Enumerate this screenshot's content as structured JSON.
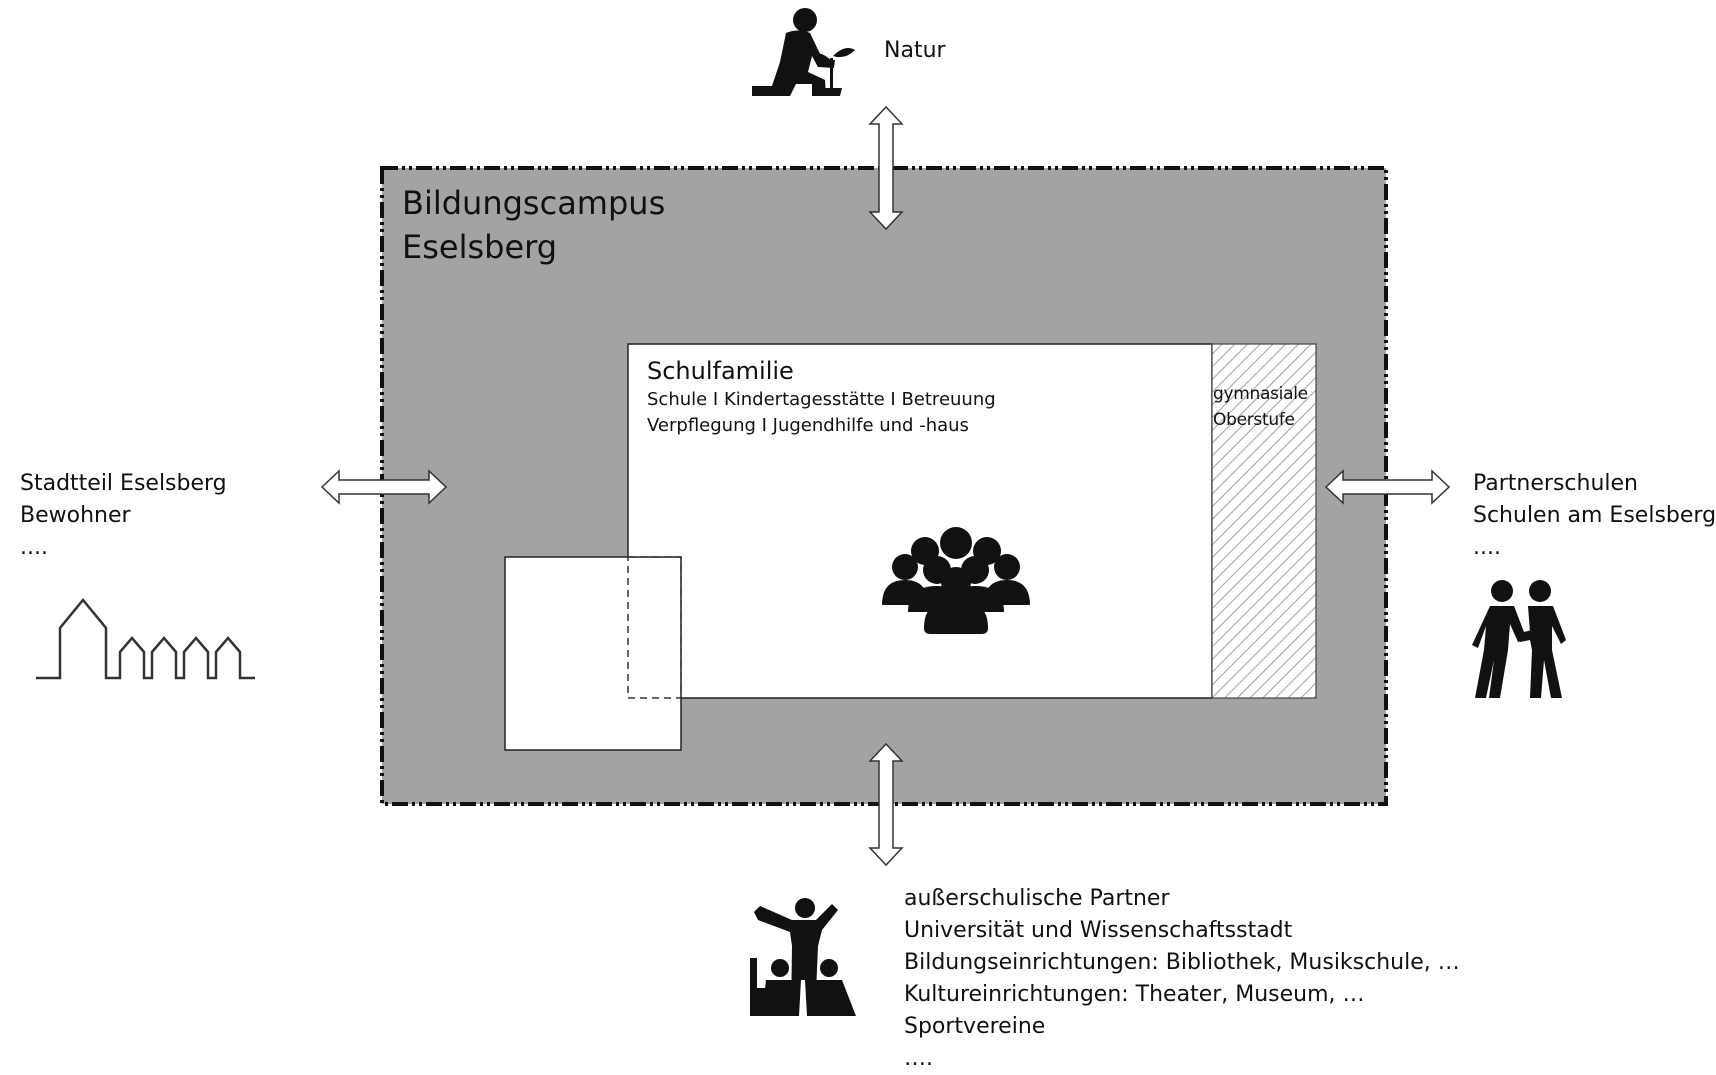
{
  "title": {
    "line1": "Bildungscampus",
    "line2": "Eselsberg"
  },
  "schulfamilie": {
    "title": "Schulfamilie",
    "line1": "Schule I Kindertagesstätte I Betreuung",
    "line2": "Verpflegung I Jugendhilfe und -haus"
  },
  "oberstufe": {
    "line1": "gymnasiale",
    "line2": "Oberstufe"
  },
  "top": {
    "label": "Natur",
    "icon": "gardener-icon"
  },
  "left": {
    "lines": [
      "Stadtteil Eselsberg",
      "Bewohner",
      "...."
    ],
    "icon": "houses-icon"
  },
  "right": {
    "lines": [
      "Partnerschulen",
      "Schulen am Eselsberg",
      "...."
    ],
    "icon": "handshake-icon"
  },
  "bottom": {
    "lines": [
      "außerschulische Partner",
      "Universität und Wissenschaftsstadt",
      "Bildungseinrichtungen: Bibliothek, Musikschule, …",
      "Kultureinrichtungen: Theater, Museum, …",
      "Sportvereine",
      "…."
    ],
    "icon": "teacher-students-icon"
  },
  "colors": {
    "campus_fill": "#a3a3a3",
    "border": "#111111",
    "box_fill": "#ffffff",
    "hatch": "#8a8a8a"
  }
}
